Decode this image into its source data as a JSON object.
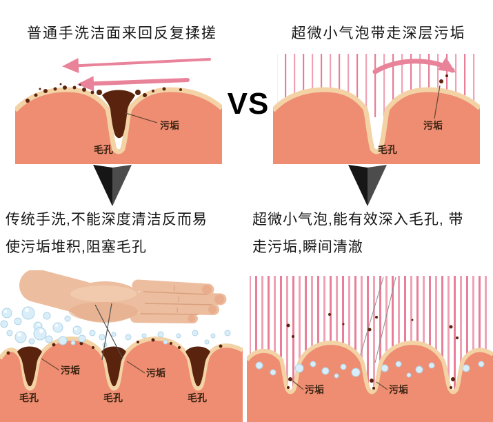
{
  "titles": {
    "left": "普通手洗洁面来回反复揉搓",
    "right": "超微小气泡带走深层污垢",
    "vs": "VS"
  },
  "descriptions": {
    "left": [
      "传统手洗,不能深度清洁反而易",
      "使污垢堆积,阻塞毛孔"
    ],
    "right": [
      "超微小气泡,能有效深入毛孔, 带",
      "走污垢,瞬间清澈"
    ]
  },
  "labels": {
    "dirt": "污垢",
    "pore": "毛孔"
  },
  "colors": {
    "skin": "#ef8d72",
    "skin_outline": "#f3d3a5",
    "dirt": "#5a230e",
    "arrow_pink": "#e8839a",
    "stripe_pink_light": "#f0a2b5",
    "stripe_pink_dark": "#e87e98",
    "bubble_fill": "#d9eef9",
    "bubble_stroke": "#aed3e8",
    "down_arrow": "#1c1c1c",
    "text": "#111111"
  }
}
